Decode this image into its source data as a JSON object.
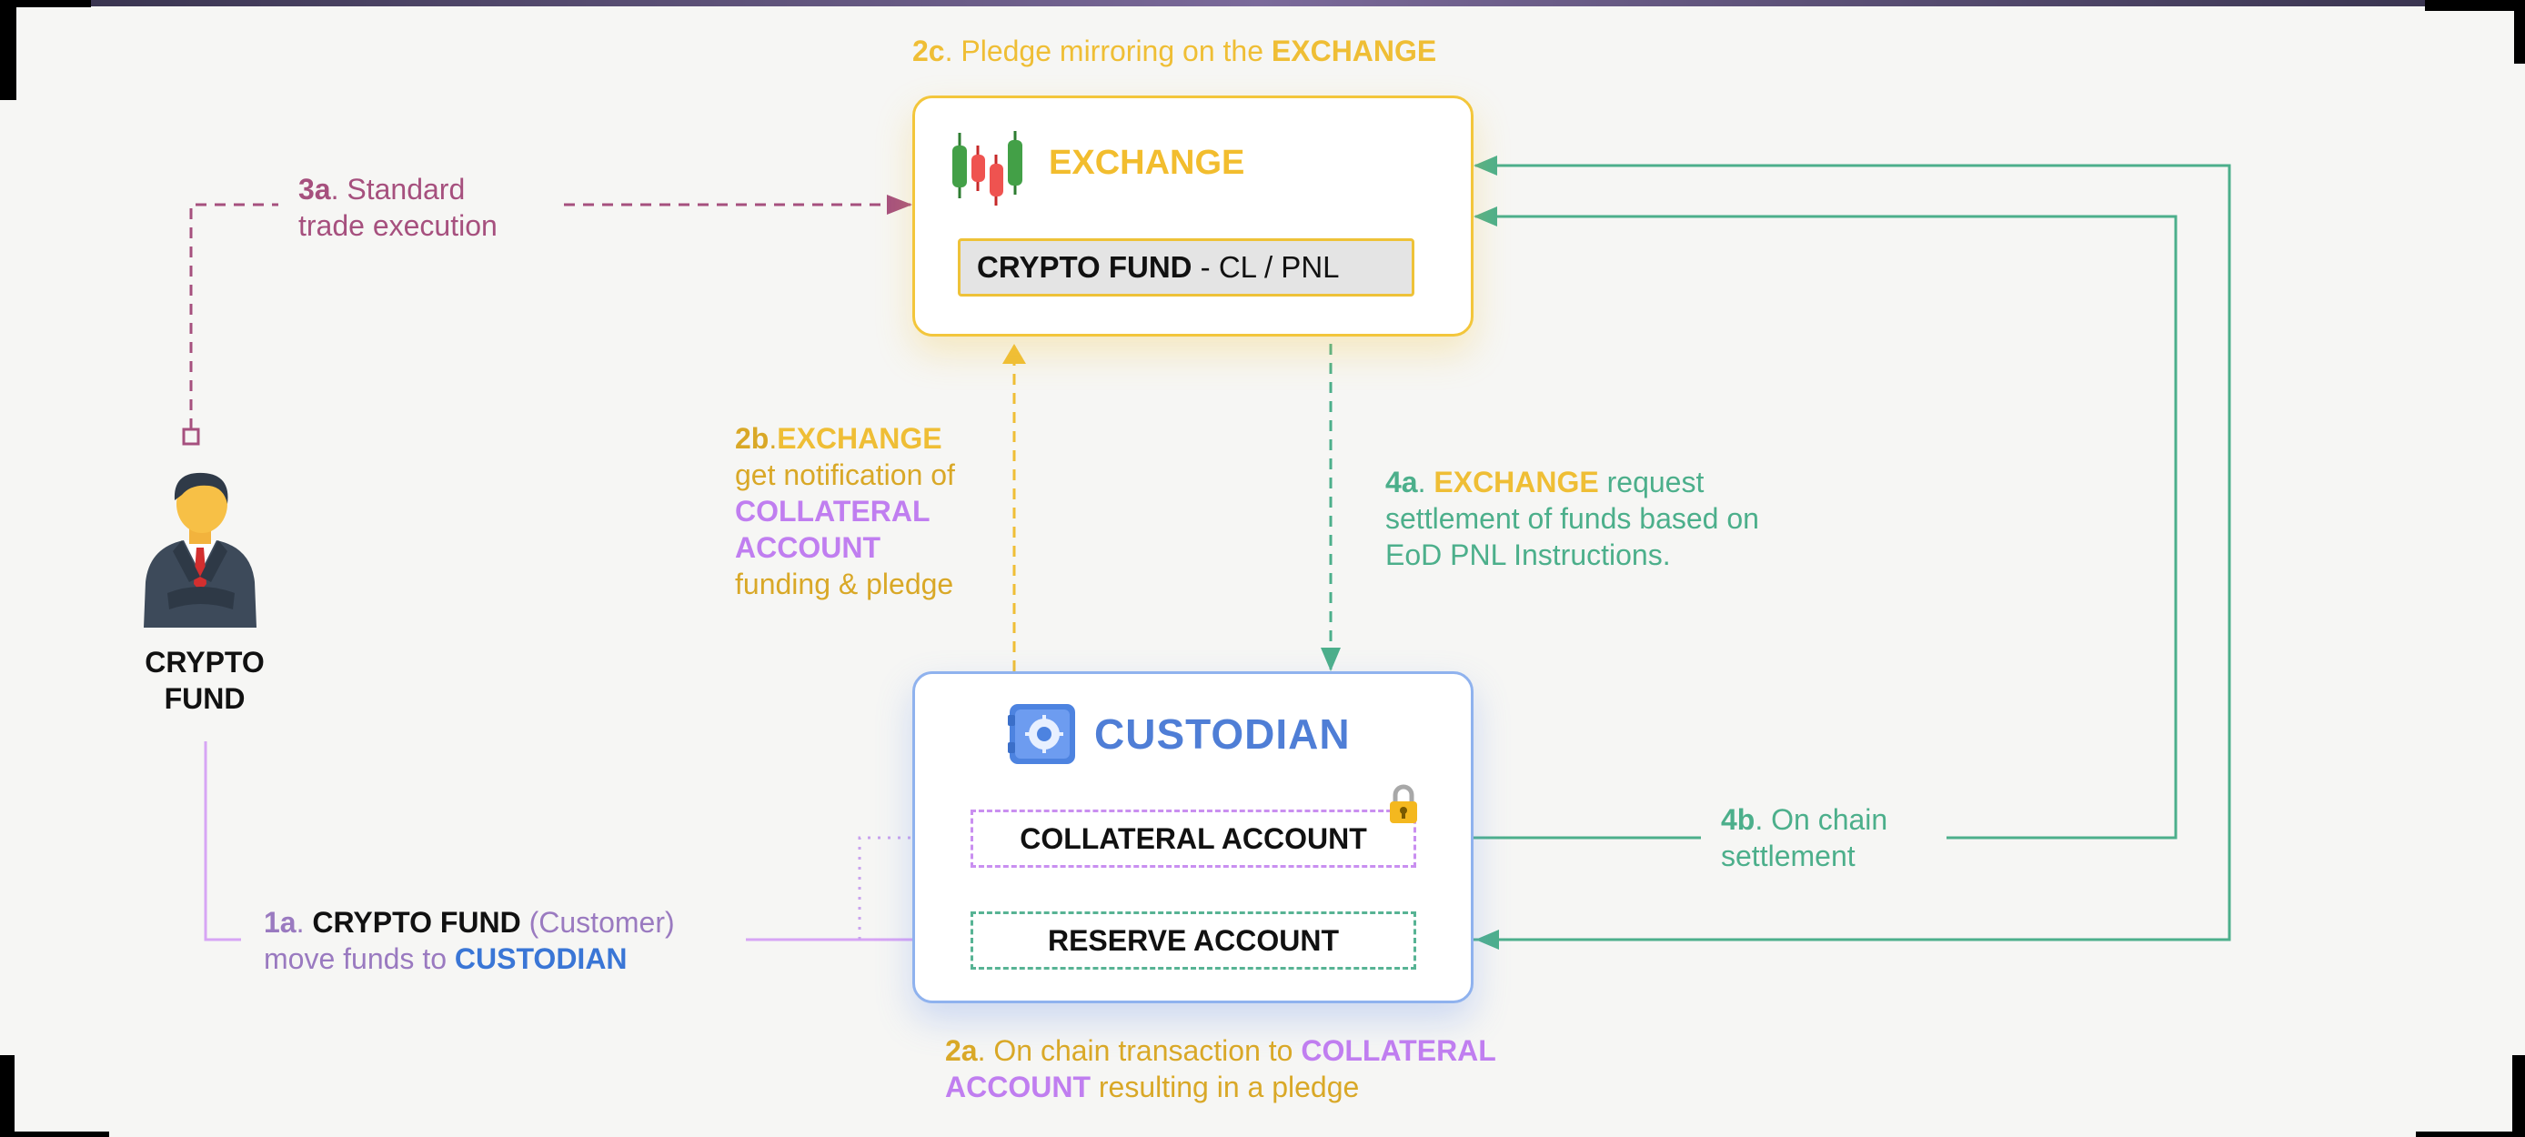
{
  "colors": {
    "exchange": "#f3c63b",
    "custodian": "#8fb2ee",
    "collateral": "#c07ef0",
    "trade_flow": "#a6507e",
    "settlement": "#4caf8b",
    "customer": "#9a7ac0"
  },
  "nodes": {
    "exchange": {
      "title": "EXCHANGE",
      "icon": "candlestick-chart-icon",
      "inner_bold": "CRYPTO FUND",
      "inner_rest": " - CL / PNL"
    },
    "custodian": {
      "title": "CUSTODIAN",
      "icon": "vault-safe-icon",
      "collateral_account": "COLLATERAL ACCOUNT",
      "reserve_account": "RESERVE  ACCOUNT",
      "lock_icon": "padlock-icon"
    },
    "fund": {
      "label_line1": "CRYPTO",
      "label_line2": "FUND",
      "icon": "businessman-avatar-icon"
    }
  },
  "steps": {
    "s2c": {
      "num": "2c",
      "text": ". Pledge mirroring on the ",
      "em": "EXCHANGE"
    },
    "s3a": {
      "num": "3a",
      "line1": ". Standard",
      "line2": "trade execution"
    },
    "s2b": {
      "num": "2b",
      "dot": ".",
      "em1": "EXCHANGE",
      "line2": "get notification of",
      "em2": "COLLATERAL",
      "em3": "ACCOUNT",
      "line5": "funding & pledge"
    },
    "s4a": {
      "num": "4a",
      "dot": ". ",
      "em": "EXCHANGE",
      "rest1": " request",
      "line2": "settlement of funds based on",
      "line3": "EoD PNL Instructions."
    },
    "s4b": {
      "num": "4b",
      "line1": ". On chain",
      "line2": "settlement"
    },
    "s1a": {
      "num": "1a",
      "dot": ". ",
      "em1": "CRYPTO FUND",
      "rest1": " (Customer)",
      "line2": "move funds to ",
      "em2": "CUSTODIAN"
    },
    "s2a": {
      "num": "2a",
      "line1": ". On chain transaction to ",
      "em1": "COLLATERAL",
      "em2": "ACCOUNT",
      "line2": " resulting in a pledge"
    }
  }
}
